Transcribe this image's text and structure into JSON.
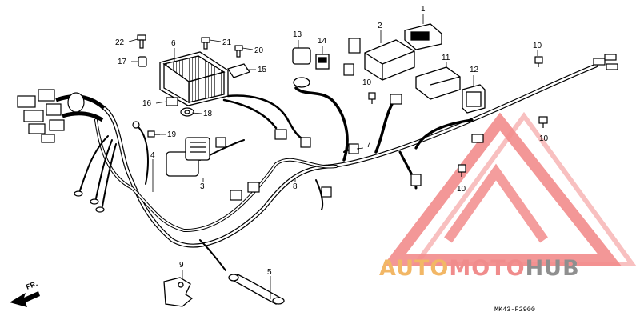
{
  "diagram": {
    "part_code": "MK43-F2900",
    "direction_label": "FR.",
    "watermark": {
      "prefix": "AUTO",
      "middle": "MOTO",
      "suffix": "HUB",
      "colors": {
        "prefix": "#f2b766",
        "middle": "#f08c8c",
        "suffix": "#8f8f8f",
        "logo": "#f28c8c"
      }
    },
    "callouts": {
      "c1": "1",
      "c2": "2",
      "c3": "3",
      "c4": "4",
      "c5": "5",
      "c6": "6",
      "c7": "7",
      "c8": "8",
      "c9": "9",
      "c10a": "10",
      "c10b": "10",
      "c10c": "10",
      "c10d": "10",
      "c11": "11",
      "c12": "12",
      "c13": "13",
      "c14": "14",
      "c15": "15",
      "c16": "16",
      "c17": "17",
      "c18": "18",
      "c19": "19",
      "c20": "20",
      "c21": "21",
      "c22": "22"
    }
  }
}
